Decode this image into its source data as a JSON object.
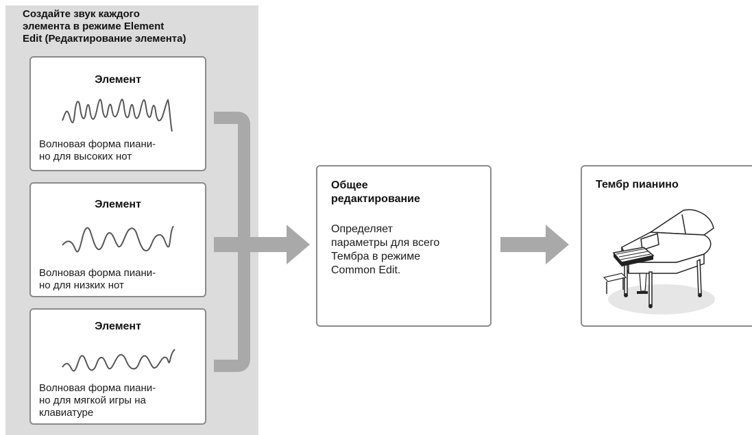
{
  "left_panel": {
    "title_line1": "Создайте звук каждого",
    "title_line2": "элемента в режиме Element",
    "title_line3": "Edit (Редактирование элемента)"
  },
  "elements": [
    {
      "title": "Элемент",
      "caption_line1": "Волновая форма пиани-",
      "caption_line2": "но для высоких нот",
      "caption_line3": ""
    },
    {
      "title": "Элемент",
      "caption_line1": "Волновая форма пиани-",
      "caption_line2": "но для низких нот",
      "caption_line3": ""
    },
    {
      "title": "Элемент",
      "caption_line1": "Волновая форма пиани-",
      "caption_line2": "но для мягкой игры на",
      "caption_line3": "клавиатуре"
    }
  ],
  "common": {
    "title_line1": "Общее",
    "title_line2": "редактирование",
    "desc_line1": "Определяет",
    "desc_line2": "параметры для всего",
    "desc_line3": "Тембра в режиме",
    "desc_line4": "Common Edit."
  },
  "voice": {
    "title": "Тембр пианино",
    "icon": "grand-piano-icon"
  },
  "colors": {
    "panel": "#dcdcdc",
    "connector": "#a9a9a9",
    "border": "#8a8a8a"
  }
}
